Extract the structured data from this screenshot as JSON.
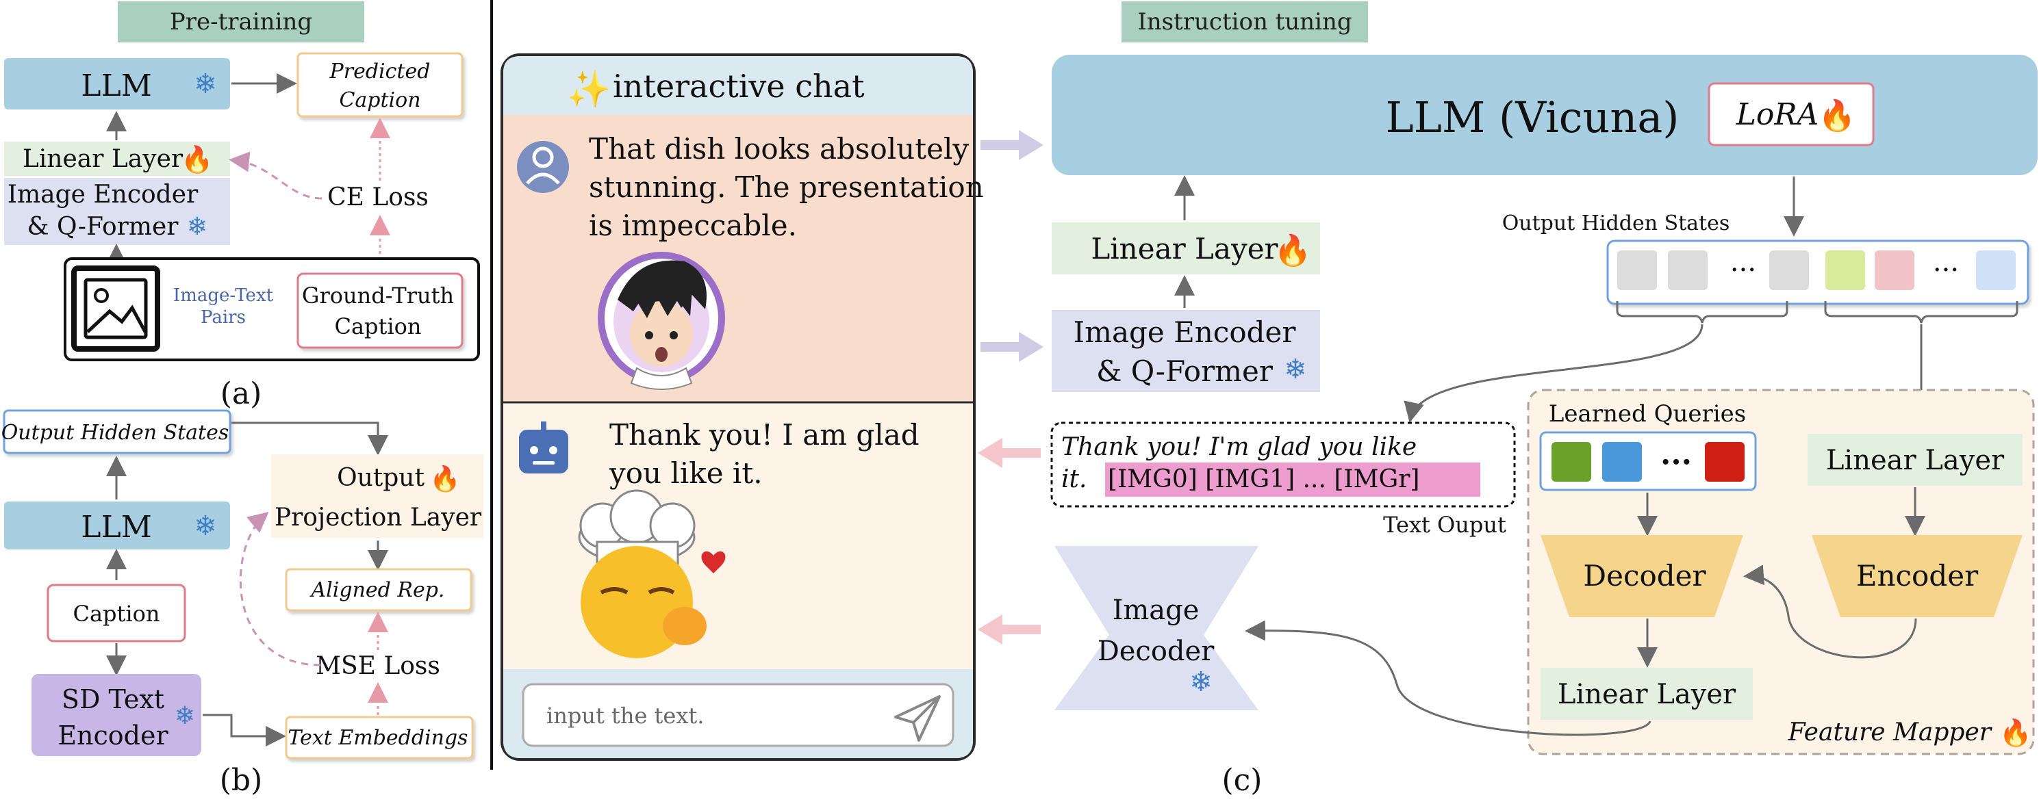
{
  "pretraining": {
    "title": "Pre-training",
    "llm": "LLM",
    "predicted_caption_line1": "Predicted",
    "predicted_caption_line2": "Caption",
    "linear_layer": "Linear Layer",
    "ce_loss": "CE Loss",
    "image_encoder_line1": "Image Encoder",
    "image_encoder_line2": "& Q-Former",
    "image_text_line1": "Image-Text",
    "image_text_line2": "Pairs",
    "gt_caption_line1": "Ground-Truth",
    "gt_caption_line2": "Caption",
    "label": "(a)"
  },
  "alignment": {
    "output_hidden_states": "Output Hidden States",
    "llm": "LLM",
    "output_projection_line1": "Output",
    "output_projection_line2": "Projection Layer",
    "aligned_rep": "Aligned Rep.",
    "caption": "Caption",
    "mse_loss": "MSE Loss",
    "sd_text_encoder_line1": "SD Text",
    "sd_text_encoder_line2": "Encoder",
    "text_embeddings": "Text Embeddings",
    "label": "(b)"
  },
  "chat": {
    "header": "interactive chat",
    "user_message_line1": "That dish looks absolutely",
    "user_message_line2": "stunning. The presentation",
    "user_message_line3": "is impeccable.",
    "bot_message_line1": "Thank you! I am glad",
    "bot_message_line2": "you like it.",
    "input_placeholder": "input the text."
  },
  "instruction": {
    "title": "Instruction tuning",
    "llm": "LLM (Vicuna)",
    "lora": "LoRA",
    "output_hidden_states": "Output Hidden States",
    "linear_layer": "Linear Layer",
    "image_encoder_line1": "Image Encoder",
    "image_encoder_line2": "& Q-Former",
    "text_output_line1": "Thank you! I'm glad you like",
    "text_output_prefix": "it.",
    "img_tokens": "[IMG0] [IMG1] ... [IMGr]",
    "text_output_label": "Text Ouput",
    "learned_queries": "Learned Queries",
    "decoder": "Decoder",
    "encoder": "Encoder",
    "mapper_linear_top": "Linear Layer",
    "mapper_linear_bottom": "Linear Layer",
    "image_decoder_line1": "Image",
    "image_decoder_line2": "Decoder",
    "feature_mapper": "Feature Mapper",
    "ellipsis": "···",
    "label": "(c)"
  },
  "colors": {
    "header_green": "#a8cfc0",
    "llm_blue": "#a7cfe1",
    "linear_green": "#e4f0df",
    "encoder_lavender": "#dde0f1",
    "sd_purple": "#c7b6e6",
    "projection_peach": "#fdf3e6",
    "decoder_gold": "#f5d58b",
    "token_pink": "#ec9ccd",
    "chat_border": "#2b2b2b"
  }
}
